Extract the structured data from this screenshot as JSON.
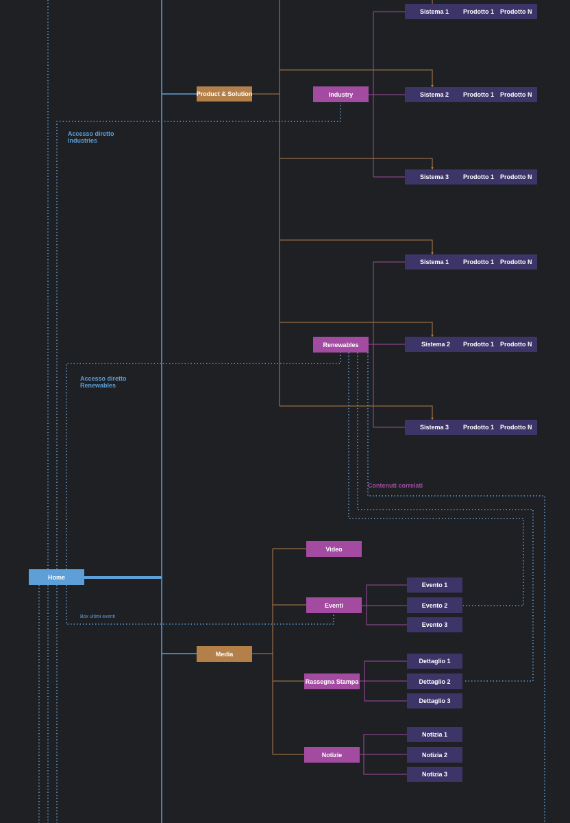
{
  "colors": {
    "background": "#1e2024",
    "home": "#5f9fd8",
    "section": "#b4804a",
    "category": "#a34ba0",
    "leaf": "#3d3468",
    "line_blue": "#5f9fd8",
    "line_orange": "#b4804a",
    "line_magenta": "#a34ba0"
  },
  "home": {
    "label": "Home"
  },
  "sections": {
    "product": "Product & Solution",
    "media": "Media"
  },
  "categories": {
    "industry": "Industry",
    "renewables": "Renewables",
    "video": "Video",
    "eventi": "Eventi",
    "rassegna": "Rassegna Stampa",
    "notizie": "Notizie"
  },
  "industry_rows": [
    {
      "sistema": "Sistema 1",
      "prodotto": "Prodotto 1",
      "prodotto_n": "Prodotto N"
    },
    {
      "sistema": "Sistema 2",
      "prodotto": "Prodotto 1",
      "prodotto_n": "Prodotto N"
    },
    {
      "sistema": "Sistema 3",
      "prodotto": "Prodotto 1",
      "prodotto_n": "Prodotto N"
    }
  ],
  "renewables_rows": [
    {
      "sistema": "Sistema 1",
      "prodotto": "Prodotto 1",
      "prodotto_n": "Prodotto N"
    },
    {
      "sistema": "Sistema 2",
      "prodotto": "Prodotto 1",
      "prodotto_n": "Prodotto N"
    },
    {
      "sistema": "Sistema 3",
      "prodotto": "Prodotto 1",
      "prodotto_n": "Prodotto N"
    }
  ],
  "eventi_items": [
    "Evento 1",
    "Evento 2",
    "Evento 3"
  ],
  "rassegna_items": [
    "Dettaglio 1",
    "Dettaglio 2",
    "Dettaglio 3"
  ],
  "notizie_items": [
    "Notizia 1",
    "Notizia 2",
    "Notizia 3"
  ],
  "annotations": {
    "industries_line1": "Accesso diretto",
    "industries_line2": "Industries",
    "renewables_line1": "Accesso diretto",
    "renewables_line2": "Renewables",
    "related": "Contenuti correlati",
    "events_box": "Box ultimi eventi"
  }
}
